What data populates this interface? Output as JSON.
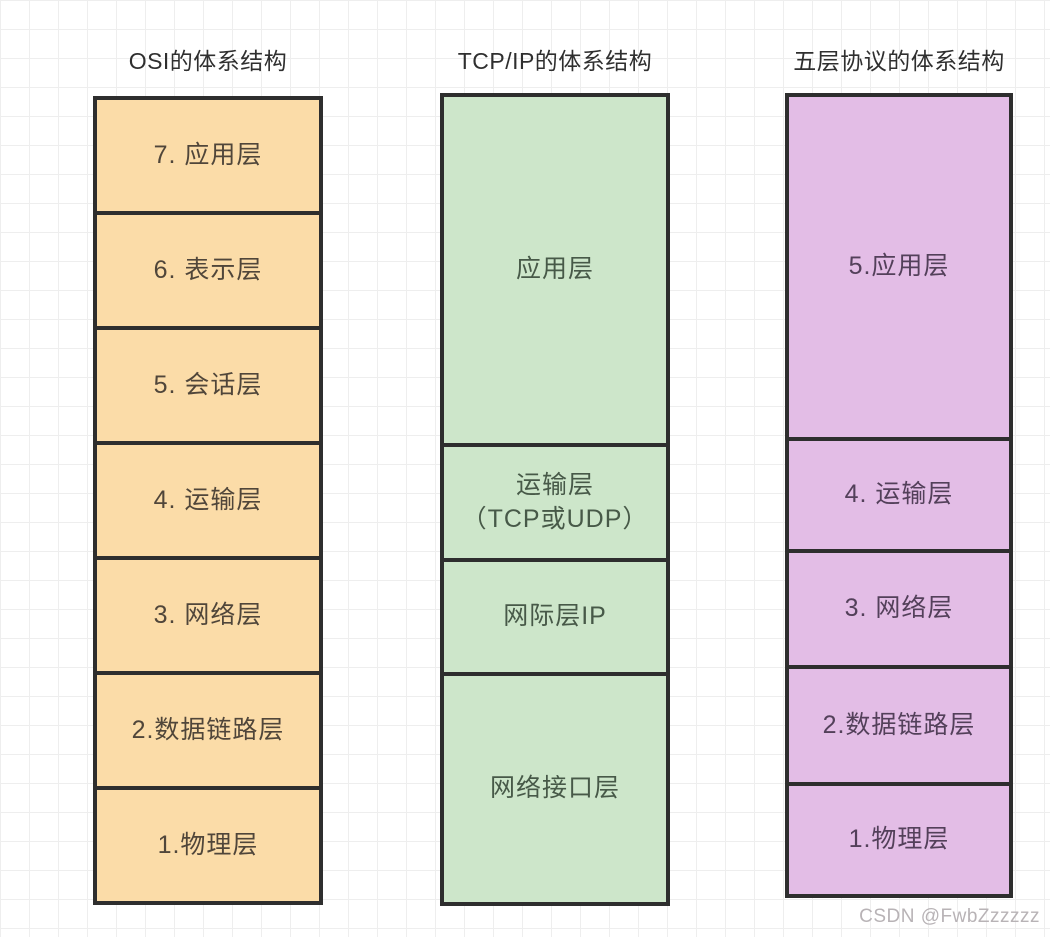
{
  "diagram": {
    "border_color": "#2e2e2e",
    "columns": [
      {
        "title": "OSI的体系结构",
        "fill_color": "#FBDCA8",
        "layers": [
          {
            "label": "7. 应用层"
          },
          {
            "label": "6. 表示层"
          },
          {
            "label": "5. 会话层"
          },
          {
            "label": "4. 运输层"
          },
          {
            "label": "3. 网络层"
          },
          {
            "label": "2.数据链路层"
          },
          {
            "label": "1.物理层"
          }
        ]
      },
      {
        "title": "TCP/IP的体系结构",
        "fill_color": "#CDE6CA",
        "layers": [
          {
            "label": "应用层"
          },
          {
            "label": "运输层",
            "sublabel": "（TCP或UDP）"
          },
          {
            "label": "网际层IP"
          },
          {
            "label": "网络接口层"
          }
        ]
      },
      {
        "title": "五层协议的体系结构",
        "fill_color": "#E3BDE6",
        "layers": [
          {
            "label": "5.应用层"
          },
          {
            "label": "4. 运输层"
          },
          {
            "label": "3. 网络层"
          },
          {
            "label": "2.数据链路层"
          },
          {
            "label": "1.物理层"
          }
        ]
      }
    ]
  },
  "watermark": "CSDN @FwbZzzzzz"
}
